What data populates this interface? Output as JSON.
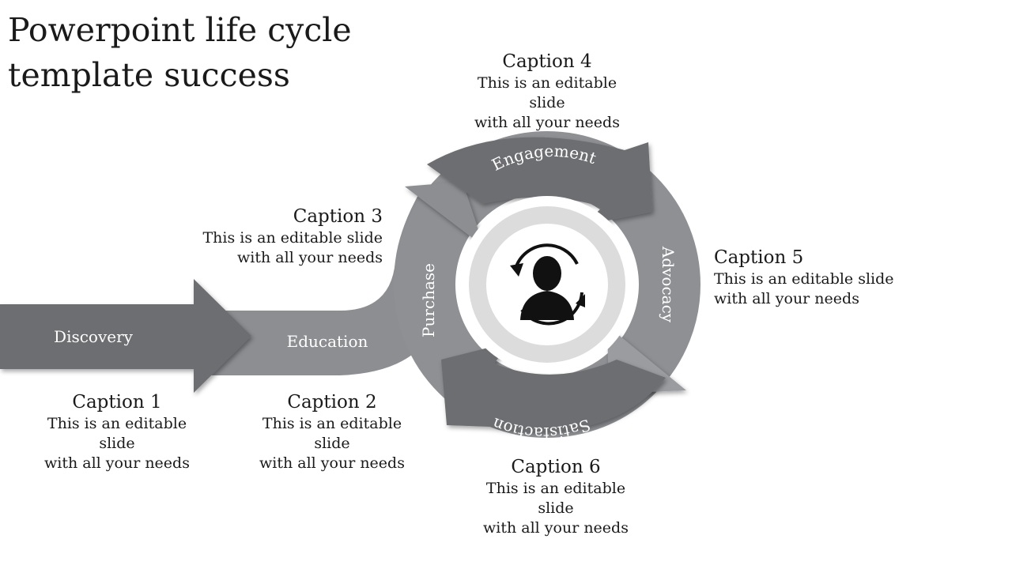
{
  "title": "Powerpoint life cycle template success",
  "stages": [
    {
      "label": "Discovery"
    },
    {
      "label": "Education"
    },
    {
      "label": "Purchase"
    },
    {
      "label": "Engagement"
    },
    {
      "label": "Advocacy"
    },
    {
      "label": "Satisfaction"
    }
  ],
  "captions": [
    {
      "title": "Caption 1",
      "line1": "This is an editable slide",
      "line2": "with all your needs"
    },
    {
      "title": "Caption 2",
      "line1": "This is an editable slide",
      "line2": "with all your needs"
    },
    {
      "title": "Caption 3",
      "line1": "This is an editable slide",
      "line2": "with all your needs"
    },
    {
      "title": "Caption 4",
      "line1": "This is an editable slide",
      "line2": "with all your needs"
    },
    {
      "title": "Caption 5",
      "line1": "This is an editable slide",
      "line2": "with all your needs"
    },
    {
      "title": "Caption 6",
      "line1": "This is an editable slide",
      "line2": "with all your needs"
    }
  ],
  "colors": {
    "dark_gray": "#6d6e71",
    "mid_gray": "#8c8e92",
    "light_gray": "#dcdcdc",
    "background": "#ffffff"
  },
  "center_icon": "user-cycle-icon"
}
